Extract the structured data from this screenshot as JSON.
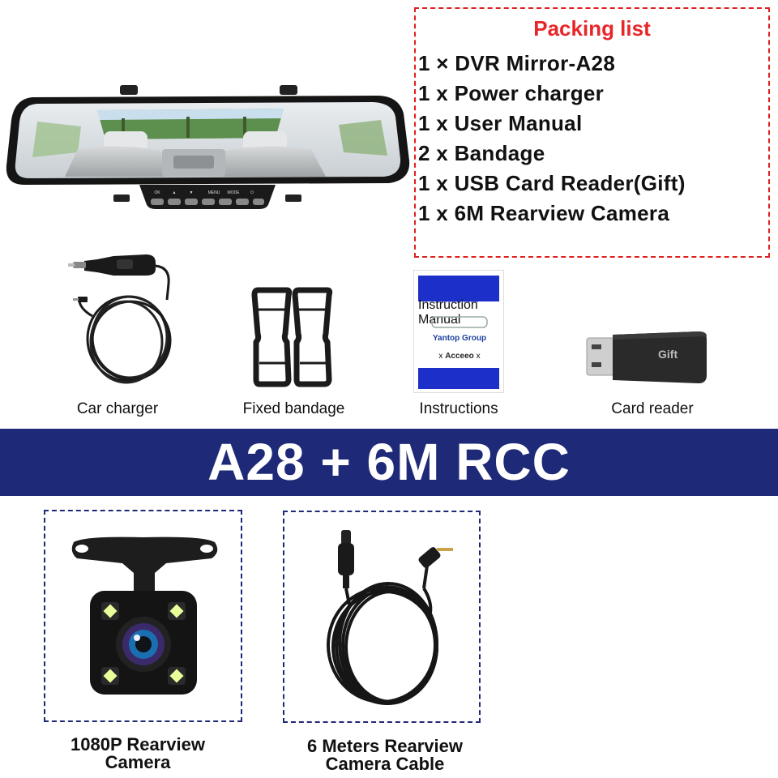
{
  "packing_list": {
    "title": "Packing list",
    "items": [
      "1 × DVR Mirror-A28",
      "1 x Power charger",
      "1 x User Manual",
      "2 x Bandage",
      "1 x USB Card Reader(Gift)",
      "1 x 6M Rearview Camera"
    ],
    "border_color": "#e02020",
    "title_color": "#e8262a"
  },
  "mirror_buttons": [
    "OK",
    "▲",
    "▼",
    "MENU",
    "MODE",
    "⏻"
  ],
  "accessories": [
    {
      "label": "Car charger",
      "icon": "car-charger-icon"
    },
    {
      "label": "Fixed bandage",
      "icon": "bandage-icon"
    },
    {
      "label": "Instructions",
      "icon": "manual-icon"
    },
    {
      "label": "Card reader",
      "icon": "card-reader-icon"
    }
  ],
  "manual": {
    "header": "Instruction Manual",
    "brand": "Yantop Group",
    "logos": [
      "x",
      "Acceeo",
      "x"
    ]
  },
  "card_reader_text": "Gift",
  "banner": {
    "text": "A28 + 6M RCC",
    "color": "#1e2a78"
  },
  "products": [
    {
      "label_line1": "1080P Rearview",
      "label_line2": "Camera",
      "icon": "rearview-camera-icon"
    },
    {
      "label_line1": "6 Meters Rearview",
      "label_line2": "Camera Cable",
      "icon": "cable-icon"
    }
  ]
}
